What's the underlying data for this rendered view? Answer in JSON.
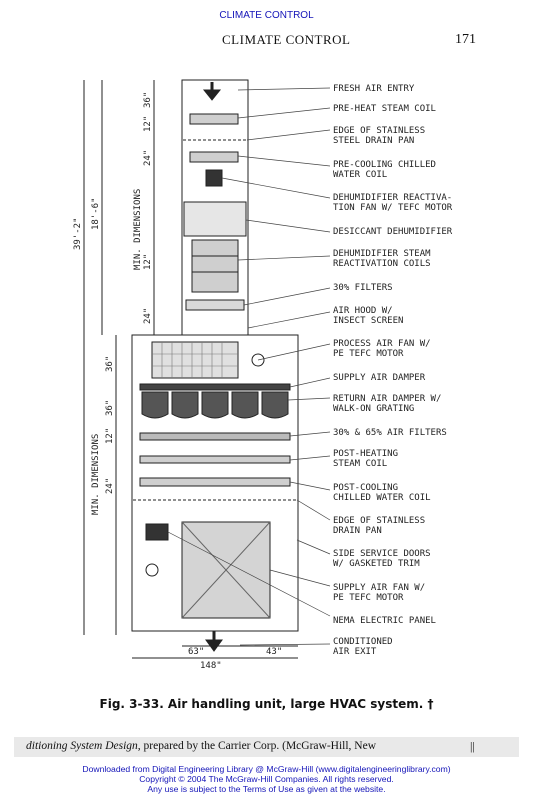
{
  "header": {
    "top_link": "CLIMATE CONTROL",
    "running_title": "CLIMATE CONTROL",
    "page_number": "171"
  },
  "figure": {
    "labels": [
      "FRESH AIR ENTRY",
      "PRE-HEAT STEAM COIL",
      "EDGE OF STAINLESS",
      "STEEL DRAIN PAN",
      "PRE-COOLING CHILLED",
      "WATER COIL",
      "DEHUMIDIFIER REACTIVA-",
      "TION FAN W/ TEFC MOTOR",
      "DESICCANT DEHUMIDIFIER",
      "DEHUMIDIFIER STEAM",
      "REACTIVATION COILS",
      "30% FILTERS",
      "AIR HOOD W/",
      "INSECT SCREEN",
      "PROCESS AIR FAN W/",
      "PE TEFC MOTOR",
      "SUPPLY AIR DAMPER",
      "RETURN AIR DAMPER W/",
      "WALK-ON GRATING",
      "30% & 65% AIR FILTERS",
      "POST-HEATING",
      "STEAM COIL",
      "POST-COOLING",
      "CHILLED WATER COIL",
      "EDGE OF STAINLESS",
      "DRAIN PAN",
      "SIDE SERVICE DOORS",
      "W/ GASKETED TRIM",
      "SUPPLY AIR FAN W/",
      "PE TEFC MOTOR",
      "NEMA ELECTRIC PANEL",
      "CONDITIONED",
      "AIR EXIT"
    ],
    "dims": {
      "overall": "39'-2\"",
      "upper": "18'-6\"",
      "min_dim_upper": "MIN. DIMENSIONS",
      "min_dim_lower": "MIN. DIMENSIONS",
      "d36a": "36\"",
      "d12a": "12\"",
      "d24a": "24\"",
      "d12b": "12\"",
      "d24b": "24\"",
      "d36b": "36\"",
      "d36c": "36\"",
      "d12c": "12\"",
      "d24c": "24\"",
      "w63": "63\"",
      "w43": "43\"",
      "w148": "148\""
    },
    "caption": "Fig. 3-33. Air handling unit, large HVAC system. †"
  },
  "footer": {
    "citation_italic": "ditioning System Design,",
    "citation_rest": " prepared by the Carrier Corp. (McGraw-Hill, New",
    "bar": "||",
    "download_line1": "Downloaded from Digital Engineering Library @ McGraw-Hill (www.digitalengineeringlibrary.com)",
    "download_line2": "Copyright © 2004 The McGraw-Hill Companies. All rights reserved.",
    "download_line3": "Any use is subject to the Terms of Use as given at the website."
  }
}
